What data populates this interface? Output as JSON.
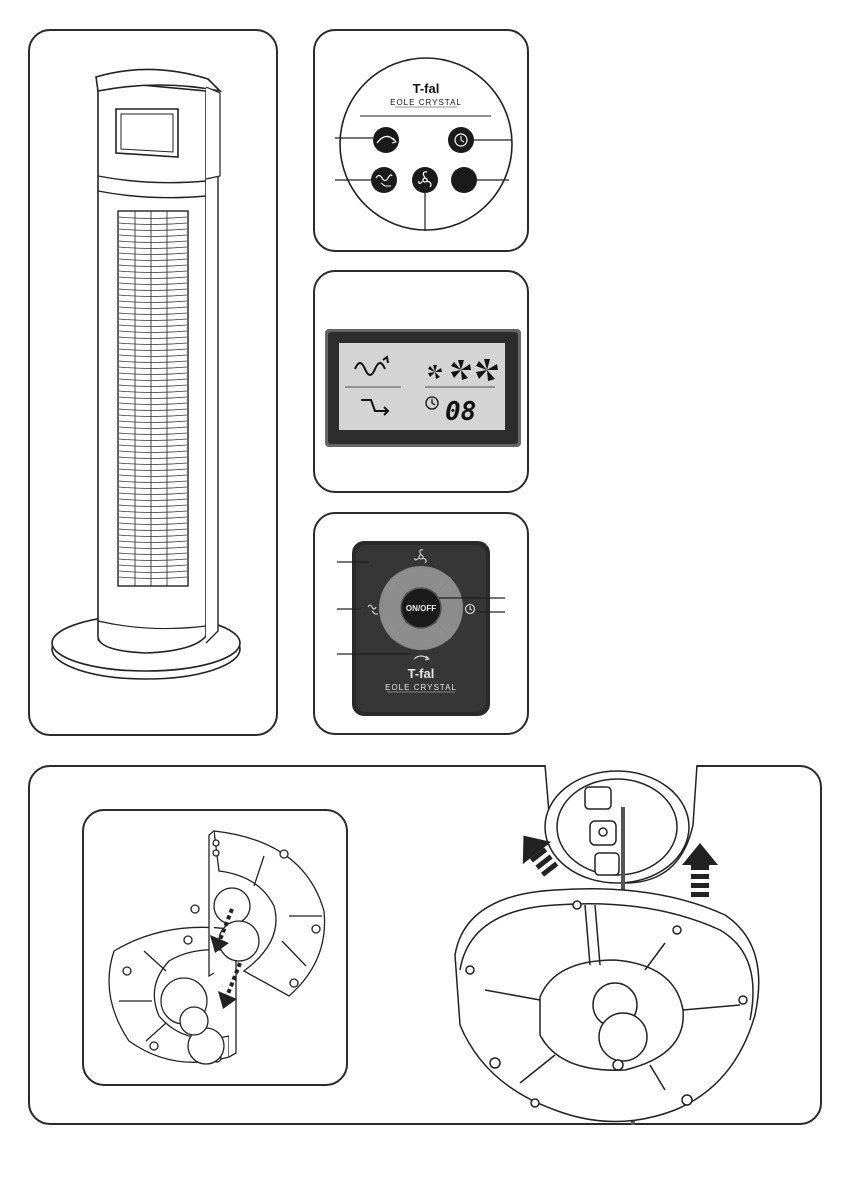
{
  "control_panel": {
    "brand": "T-fal",
    "model": "EOLE CRYSTAL"
  },
  "lcd": {
    "timer_digits": "08"
  },
  "remote": {
    "onoff_label": "ON/OFF",
    "brand": "T-fal",
    "model": "EOLE CRYSTAL"
  }
}
